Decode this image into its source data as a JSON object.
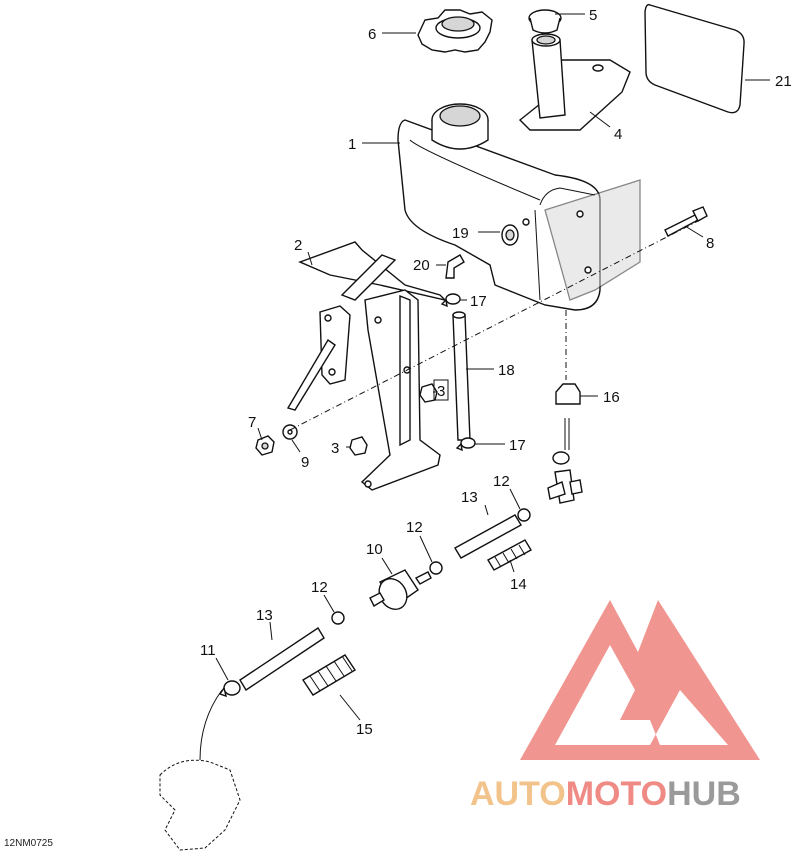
{
  "figure_code": "12NM0725",
  "callouts": {
    "c1": "1",
    "c2": "2",
    "c3a": "3",
    "c3b": "3",
    "c4": "4",
    "c5": "5",
    "c6": "6",
    "c7": "7",
    "c8": "8",
    "c9": "9",
    "c10": "10",
    "c11": "11",
    "c12a": "12",
    "c12b": "12",
    "c12c": "12",
    "c13a": "13",
    "c13b": "13",
    "c14": "14",
    "c15": "15",
    "c16": "16",
    "c17a": "17",
    "c17b": "17",
    "c18": "18",
    "c19": "19",
    "c20": "20",
    "c21": "21"
  },
  "watermark": {
    "auto": "AUTO",
    "moto": "MOTO",
    "hub": "HUB"
  },
  "colors": {
    "logo_red": "#f08a84",
    "logo_orange": "#f2c38a",
    "logo_gray": "#9a9a9a"
  }
}
